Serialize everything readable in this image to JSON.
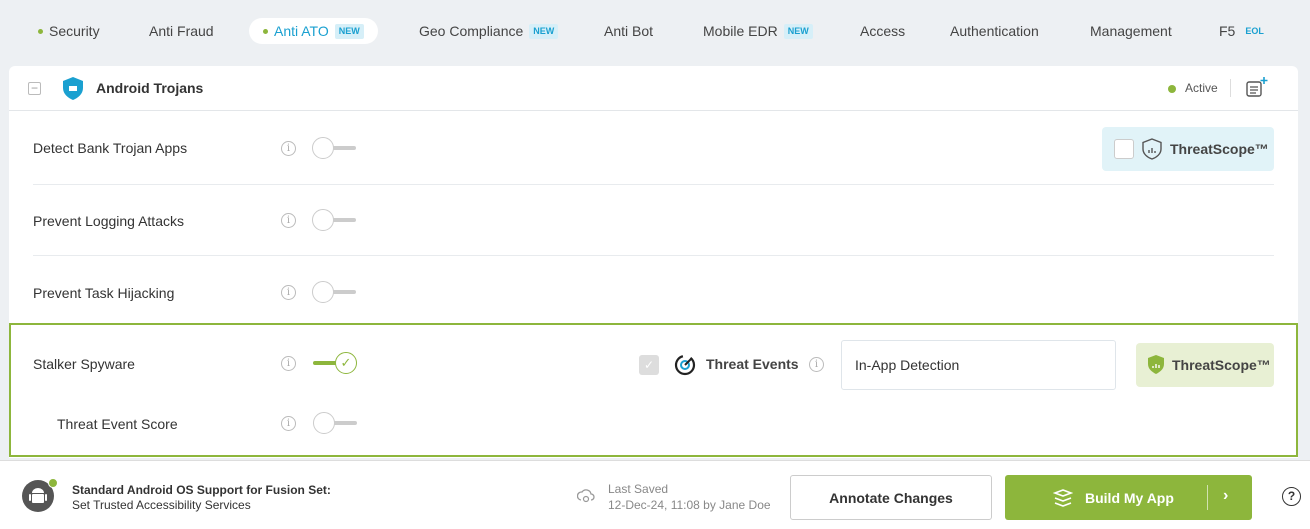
{
  "tabs": [
    {
      "label": "Security",
      "dot": true
    },
    {
      "label": "Anti Fraud"
    },
    {
      "label": "Anti ATO",
      "dot": true,
      "badge": "NEW",
      "active": true
    },
    {
      "label": "Geo Compliance",
      "badge": "NEW"
    },
    {
      "label": "Anti Bot"
    },
    {
      "label": "Mobile EDR",
      "badge": "NEW"
    },
    {
      "label": "Access"
    },
    {
      "label": "Authentication"
    },
    {
      "label": "Management"
    },
    {
      "label": "F5",
      "badge": "EOL"
    }
  ],
  "section": {
    "title": "Android Trojans",
    "status": "Active",
    "status_color": "#8db63c"
  },
  "rows": [
    {
      "label": "Detect Bank Trojan Apps",
      "enabled": false,
      "threatscope": "ThreatScope™",
      "threatscope_checked": false
    },
    {
      "label": "Prevent Logging Attacks",
      "enabled": false
    },
    {
      "label": "Prevent Task Hijacking",
      "enabled": false
    },
    {
      "label": "Stalker Spyware",
      "enabled": true,
      "threat_events_label": "Threat Events",
      "threat_events_checked": true,
      "detection_value": "In-App Detection",
      "threatscope": "ThreatScope™"
    },
    {
      "label": "Threat Event Score",
      "enabled": false
    }
  ],
  "footer": {
    "notice_title": "Standard Android OS Support for Fusion Set:",
    "notice_sub": "Set Trusted Accessibility Services",
    "saved_label": "Last Saved",
    "saved_value": "12-Dec-24, 11:08 by Jane Doe",
    "annotate": "Annotate Changes",
    "build": "Build My App",
    "help": "?"
  },
  "colors": {
    "accent": "#8db63c",
    "blue": "#1aa0d0"
  }
}
